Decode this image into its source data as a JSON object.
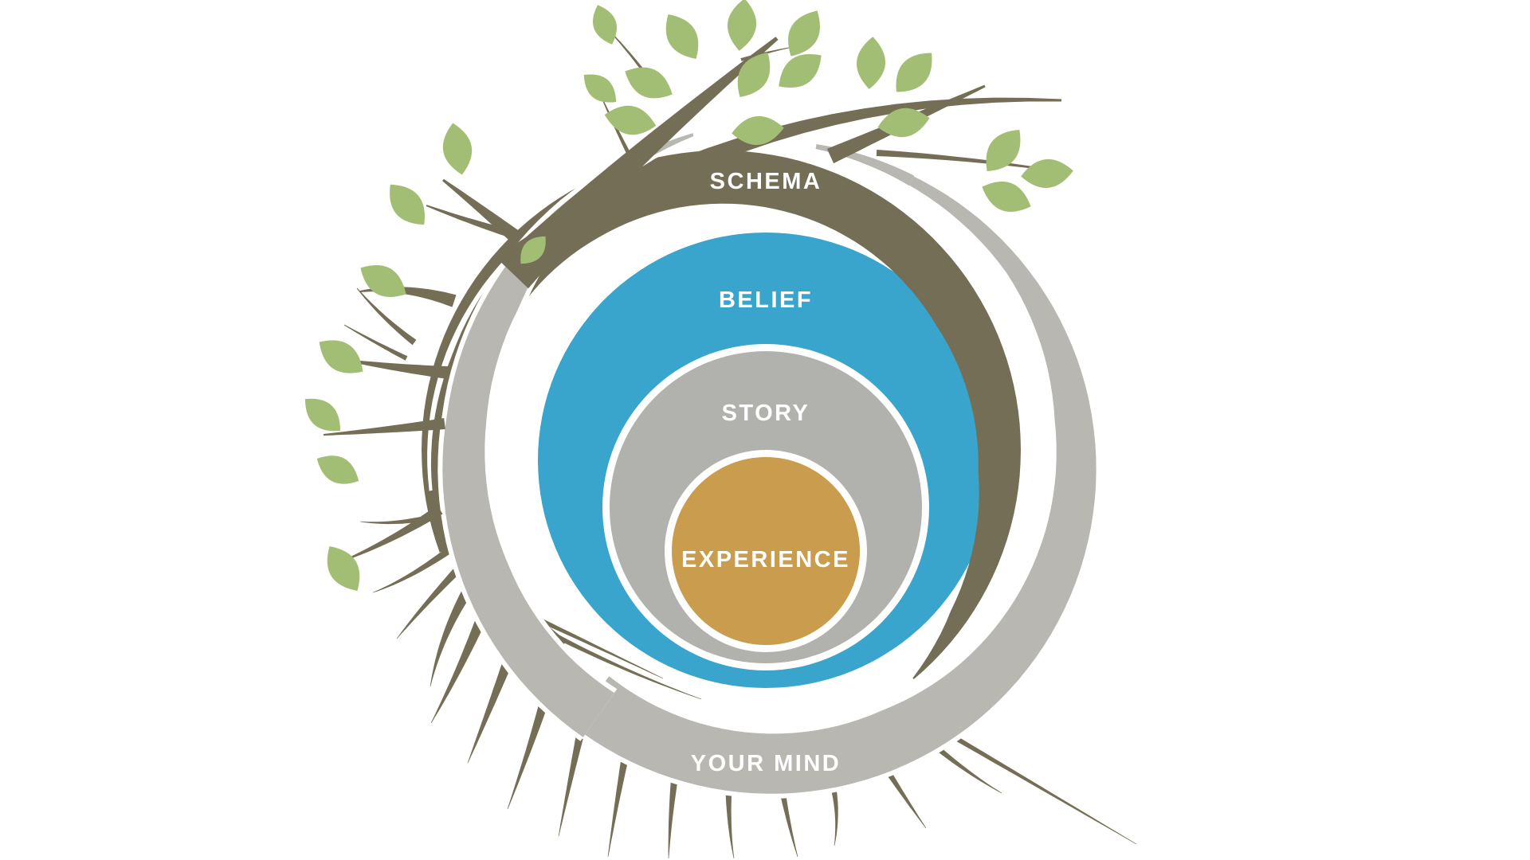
{
  "labels": {
    "schema": "SCHEMA",
    "belief": "BELIEF",
    "story": "STORY",
    "experience": "EXPERIENCE",
    "your_mind": "YOUR MIND"
  },
  "colors": {
    "background": "#FFFFFF",
    "white": "#FFFFFF",
    "schema_ring": "#746E56",
    "your_mind_ring": "#B8B7B2",
    "belief": "#39A4CC",
    "story": "#B1B1AE",
    "experience": "#C99C4E",
    "branch": "#746E56",
    "leaf": "#A2BE74",
    "label_text": "#FFFFFF"
  },
  "diagram": {
    "type": "nested-circles",
    "theme": "mind-as-tree",
    "nesting_outer_to_inner": [
      "YOUR MIND",
      "SCHEMA",
      "BELIEF",
      "STORY",
      "EXPERIENCE"
    ]
  }
}
